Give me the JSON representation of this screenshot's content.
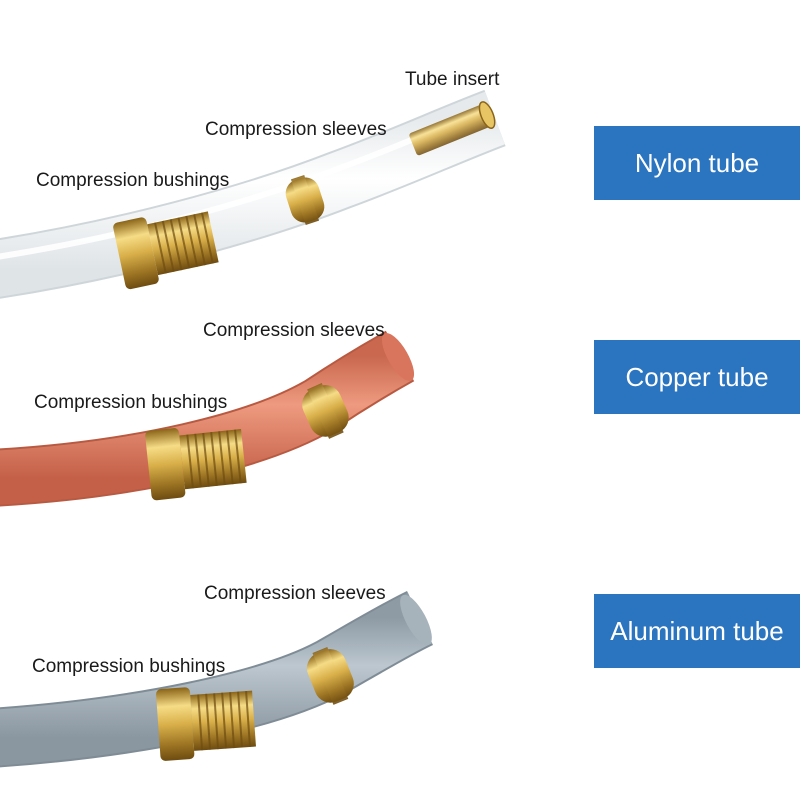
{
  "colors": {
    "badge_background": "#2a74c0",
    "badge_text": "#ffffff",
    "nylon_tube": "#f4f6f7",
    "copper_tube": "#e4846a",
    "aluminum_tube": "#aab6bf",
    "brass": "#d9b04a"
  },
  "sections": [
    {
      "badge": "Nylon tube",
      "labels": {
        "insert": "Tube insert",
        "sleeves": "Compression sleeves",
        "bushings": "Compression bushings"
      }
    },
    {
      "badge": "Copper tube",
      "labels": {
        "sleeves": "Compression sleeves",
        "bushings": "Compression bushings"
      }
    },
    {
      "badge": "Aluminum tube",
      "labels": {
        "sleeves": "Compression sleeves",
        "bushings": "Compression bushings"
      }
    }
  ]
}
